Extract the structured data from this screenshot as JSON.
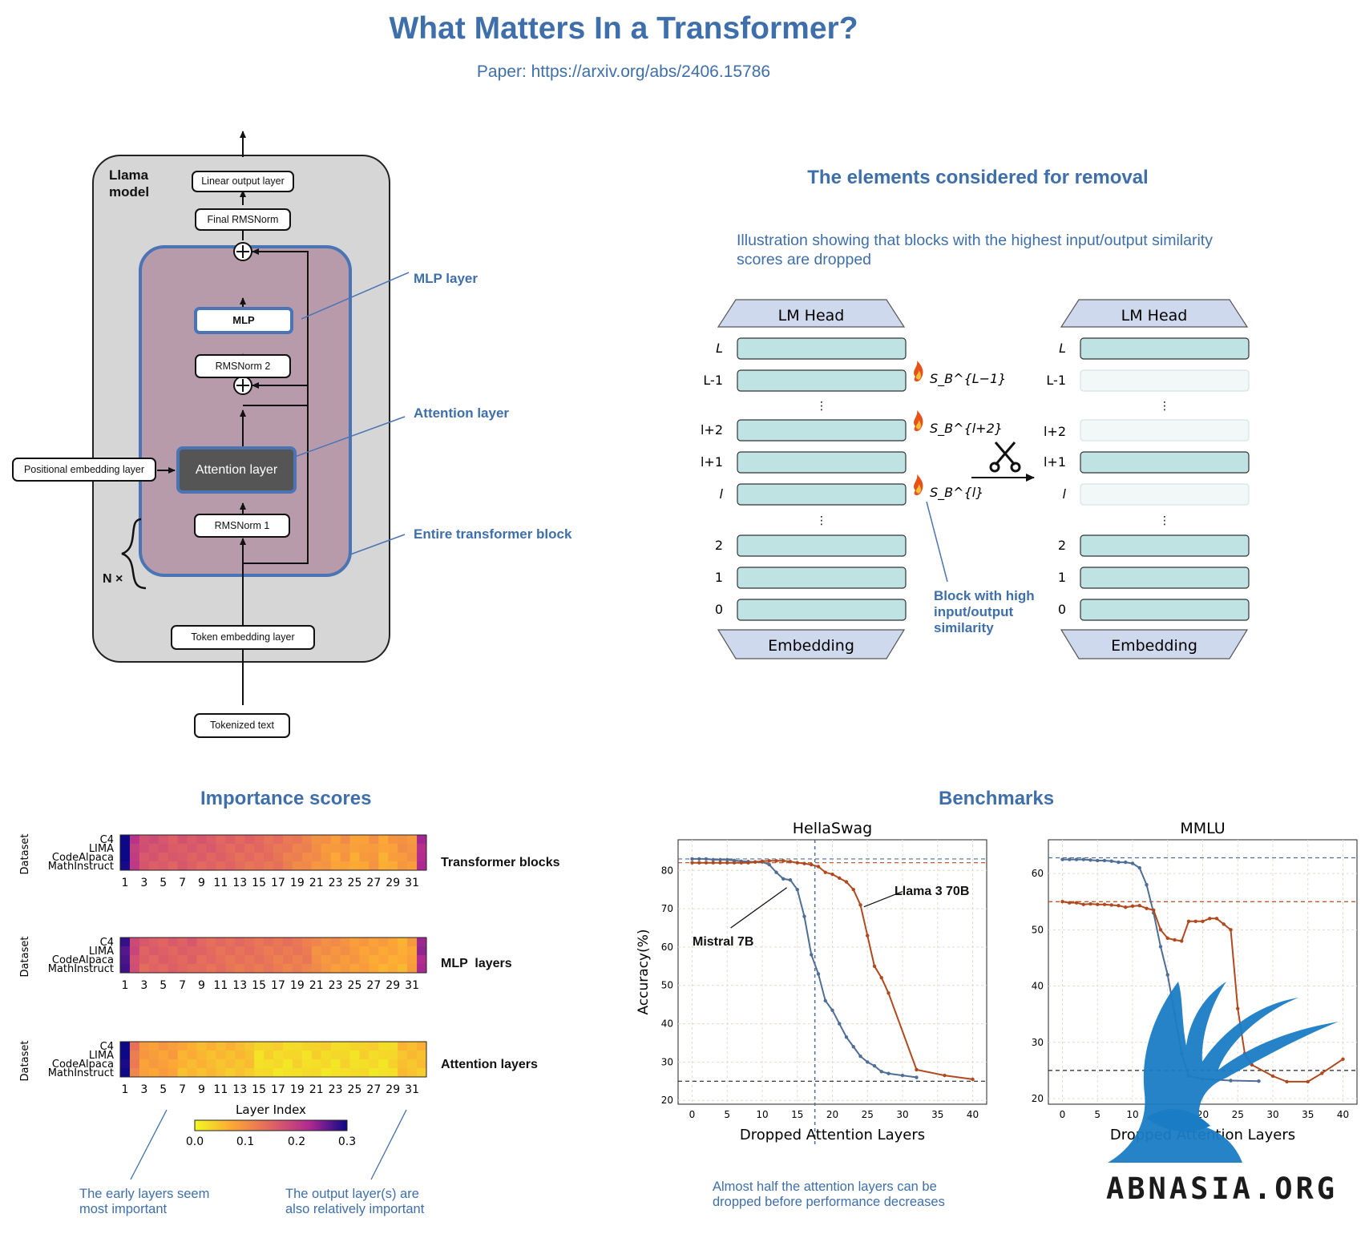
{
  "header": {
    "title": "What Matters In a Transformer?",
    "paper": "Paper: https://arxiv.org/abs/2406.15786"
  },
  "architecture": {
    "model_label": "Llama\nmodel",
    "linear_output": "Linear output layer",
    "final_rmsnorm": "Final RMSNorm",
    "mlp": "MLP",
    "rmsnorm2": "RMSNorm 2",
    "attention": "Attention layer",
    "rmsnorm1": "RMSNorm 1",
    "positional": "Positional embedding layer",
    "token_embedding": "Token embedding layer",
    "tokenized_text": "Tokenized text",
    "repeat_label": "N ×",
    "anno_mlp": "MLP layer",
    "anno_attention": "Attention layer",
    "anno_block": "Entire transformer block",
    "colors": {
      "outer": "#d6d6d6",
      "block": "#b79bab",
      "block_border": "#4a74b4",
      "attention_fill": "#555555"
    }
  },
  "removal": {
    "title": "The elements considered for removal",
    "subtitle": "Illustration showing that blocks with the highest input/output similarity scores are dropped",
    "lm_head": "LM Head",
    "embedding": "Embedding",
    "layer_labels": [
      "L",
      "L-1",
      "⋮",
      "l+2",
      "l+1",
      "l",
      "⋮",
      "2",
      "1",
      "0"
    ],
    "right_layer_labels": [
      "L",
      "L-1",
      "⋮",
      "l+2",
      "l+1",
      "l",
      "⋮",
      "2",
      "1",
      "0"
    ],
    "scores": [
      "S_B^{L−1}",
      "S_B^{l+2}",
      "S_B^{l}"
    ],
    "dropped_right": [
      "L-1",
      "l+2",
      "l"
    ],
    "callout": "Block with high input/output similarity",
    "colors": {
      "block": "#bfe3e2",
      "dropped": "#f2f8f8",
      "head": "#cfd9ee"
    }
  },
  "importance": {
    "title": "Importance scores",
    "ylabel": "Dataset",
    "datasets": [
      "C4",
      "LIMA",
      "CodeAlpaca",
      "MathInstruct"
    ],
    "x_ticks": [
      "1",
      "3",
      "5",
      "7",
      "9",
      "11",
      "13",
      "15",
      "17",
      "19",
      "21",
      "23",
      "25",
      "27",
      "29",
      "31"
    ],
    "xlabel": "Layer Index",
    "colorbar_ticks": [
      "0.0",
      "0.1",
      "0.2",
      "0.3"
    ],
    "panels": [
      "Transformer blocks",
      "MLP  layers",
      "Attention layers"
    ],
    "caption_left": "The early layers seem\nmost important",
    "caption_right": "The output layer(s) are\nalso relatively important",
    "colormap": "plasma (reversed)"
  },
  "benchmarks": {
    "title": "Benchmarks",
    "caption": "Almost half the attention layers can be\ndropped before performance decreases",
    "label_llama": "Llama 3 70B",
    "label_mistral": "Mistral 7B",
    "watermark": "ABNASIA.ORG"
  },
  "chart_data": [
    {
      "type": "line",
      "title": "HellaSwag",
      "xlabel": "Dropped Attention Layers",
      "ylabel": "Accuracy(%)",
      "xlim": [
        -2,
        42
      ],
      "ylim": [
        19,
        88
      ],
      "x_ticks": [
        "0",
        "5",
        "10",
        "15",
        "20",
        "25",
        "30",
        "35",
        "40"
      ],
      "y_ticks": [
        "20",
        "30",
        "40",
        "50",
        "60",
        "70",
        "80"
      ],
      "grid": true,
      "series": [
        {
          "name": "Mistral 7B",
          "color": "#4f6e96",
          "x": [
            0,
            1,
            2,
            3,
            4,
            5,
            6,
            7,
            8,
            9,
            10,
            11,
            12,
            13,
            14,
            15,
            16,
            17,
            18,
            19,
            20,
            21,
            22,
            23,
            24,
            25,
            26,
            27,
            28,
            30,
            32
          ],
          "y": [
            83,
            83,
            83,
            82.8,
            82.8,
            82.8,
            82.6,
            82.4,
            82.3,
            82.2,
            82.2,
            81.5,
            79.5,
            77.8,
            77.5,
            75,
            68,
            58,
            53,
            46,
            43.5,
            40,
            36.5,
            34,
            31.5,
            30,
            29,
            27.5,
            27,
            26.5,
            26
          ]
        },
        {
          "name": "Llama 3 70B",
          "color": "#b1491f",
          "x": [
            0,
            1,
            2,
            3,
            4,
            5,
            6,
            7,
            8,
            9,
            10,
            11,
            12,
            13,
            14,
            15,
            16,
            17,
            18,
            19,
            20,
            21,
            22,
            23,
            24,
            25,
            26,
            27,
            28,
            32,
            36,
            40
          ],
          "y": [
            82,
            82,
            82,
            82,
            82,
            82,
            82,
            82,
            82,
            82.2,
            82.4,
            82.5,
            82.5,
            82.5,
            82.3,
            82,
            81.8,
            81.5,
            81,
            79.5,
            79,
            78,
            77,
            75,
            71,
            63,
            55,
            52,
            48,
            28,
            26.5,
            25.5
          ]
        }
      ],
      "hlines": [
        {
          "y": 83,
          "color": "#4f6e96"
        },
        {
          "y": 82,
          "color": "#b1491f"
        },
        {
          "y": 25,
          "color": "#222222"
        }
      ],
      "vline": {
        "x": 17.5,
        "color": "#4f6e96"
      }
    },
    {
      "type": "line",
      "title": "MMLU",
      "xlabel": "Dropped Attention Layers",
      "ylabel": "",
      "xlim": [
        -2,
        42
      ],
      "ylim": [
        19,
        66
      ],
      "x_ticks": [
        "0",
        "5",
        "10",
        "15",
        "20",
        "25",
        "30",
        "35",
        "40"
      ],
      "y_ticks": [
        "20",
        "30",
        "40",
        "50",
        "60"
      ],
      "grid": true,
      "series": [
        {
          "name": "Mistral 7B",
          "color": "#4f6e96",
          "x": [
            0,
            1,
            2,
            3,
            4,
            5,
            6,
            7,
            8,
            9,
            10,
            11,
            12,
            13,
            14,
            15,
            16,
            17,
            18,
            20,
            24,
            28
          ],
          "y": [
            62.5,
            62.5,
            62.5,
            62.5,
            62.4,
            62.3,
            62.3,
            62.2,
            62,
            62,
            61.8,
            61,
            58,
            53,
            47,
            42,
            35,
            28,
            24,
            23.5,
            23.2,
            23.1
          ]
        },
        {
          "name": "Llama 3 70B",
          "color": "#b1491f",
          "x": [
            0,
            1,
            2,
            3,
            4,
            5,
            6,
            7,
            8,
            9,
            10,
            11,
            12,
            13,
            14,
            15,
            16,
            17,
            18,
            19,
            20,
            21,
            22,
            23,
            24,
            25,
            26,
            27,
            30,
            32,
            35,
            37,
            40
          ],
          "y": [
            55,
            54.8,
            54.8,
            54.5,
            54.6,
            54.5,
            54.5,
            54.4,
            54.3,
            54,
            54.2,
            54.3,
            53.8,
            53.5,
            50,
            48.5,
            48.2,
            48,
            51.5,
            51.5,
            51.5,
            52,
            52,
            51,
            50,
            36,
            28,
            26,
            24,
            23,
            23,
            24.5,
            27
          ]
        }
      ],
      "hlines": [
        {
          "y": 62.8,
          "color": "#4f6e96"
        },
        {
          "y": 55,
          "color": "#b1491f"
        },
        {
          "y": 25,
          "color": "#222222"
        }
      ]
    }
  ]
}
